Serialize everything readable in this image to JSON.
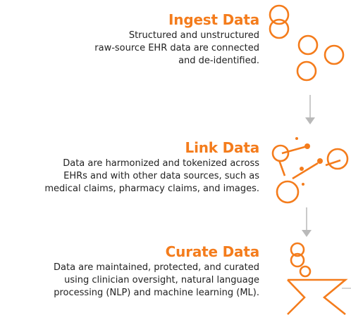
{
  "accent_color": "#f47c1c",
  "arrow_color": "#b9b9b9",
  "steps": [
    {
      "title": "Ingest Data",
      "lines": [
        "Structured and unstructured",
        "raw-source EHR data are connected",
        "and de-identified."
      ],
      "icon": "stacked-circles-icon"
    },
    {
      "title": "Link Data",
      "lines": [
        "Data are harmonized and tokenized across",
        "EHRs and with other data sources, such as",
        "medical claims, pharmacy claims, and images."
      ],
      "icon": "network-nodes-icon"
    },
    {
      "title": "Curate Data",
      "lines": [
        "Data are maintained, protected, and curated",
        "using clinician oversight, natural language",
        "processing (NLP) and machine learning (ML)."
      ],
      "icon": "funnel-filter-icon"
    }
  ]
}
